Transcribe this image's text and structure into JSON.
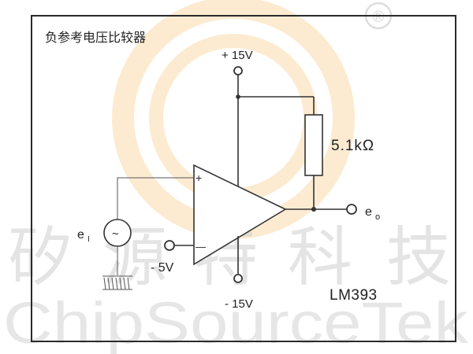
{
  "diagram": {
    "title": "负参考电压比较器",
    "supply_positive": "+ 15V",
    "supply_negative": "- 15V",
    "reference_voltage": "- 5V",
    "resistor_label": "5.1kΩ",
    "input_label": "e",
    "input_label_subscript": "I",
    "output_label": "e",
    "output_label_subscript": "o",
    "source_symbol": "~",
    "plus_sign": "+",
    "minus_sign": "—",
    "chip_label": "LM393"
  },
  "watermark": {
    "cjk_chars": [
      "矽",
      "源",
      "特",
      "科",
      "技"
    ],
    "brand_text": "ChipSourceTek",
    "registered_mark": "®"
  }
}
